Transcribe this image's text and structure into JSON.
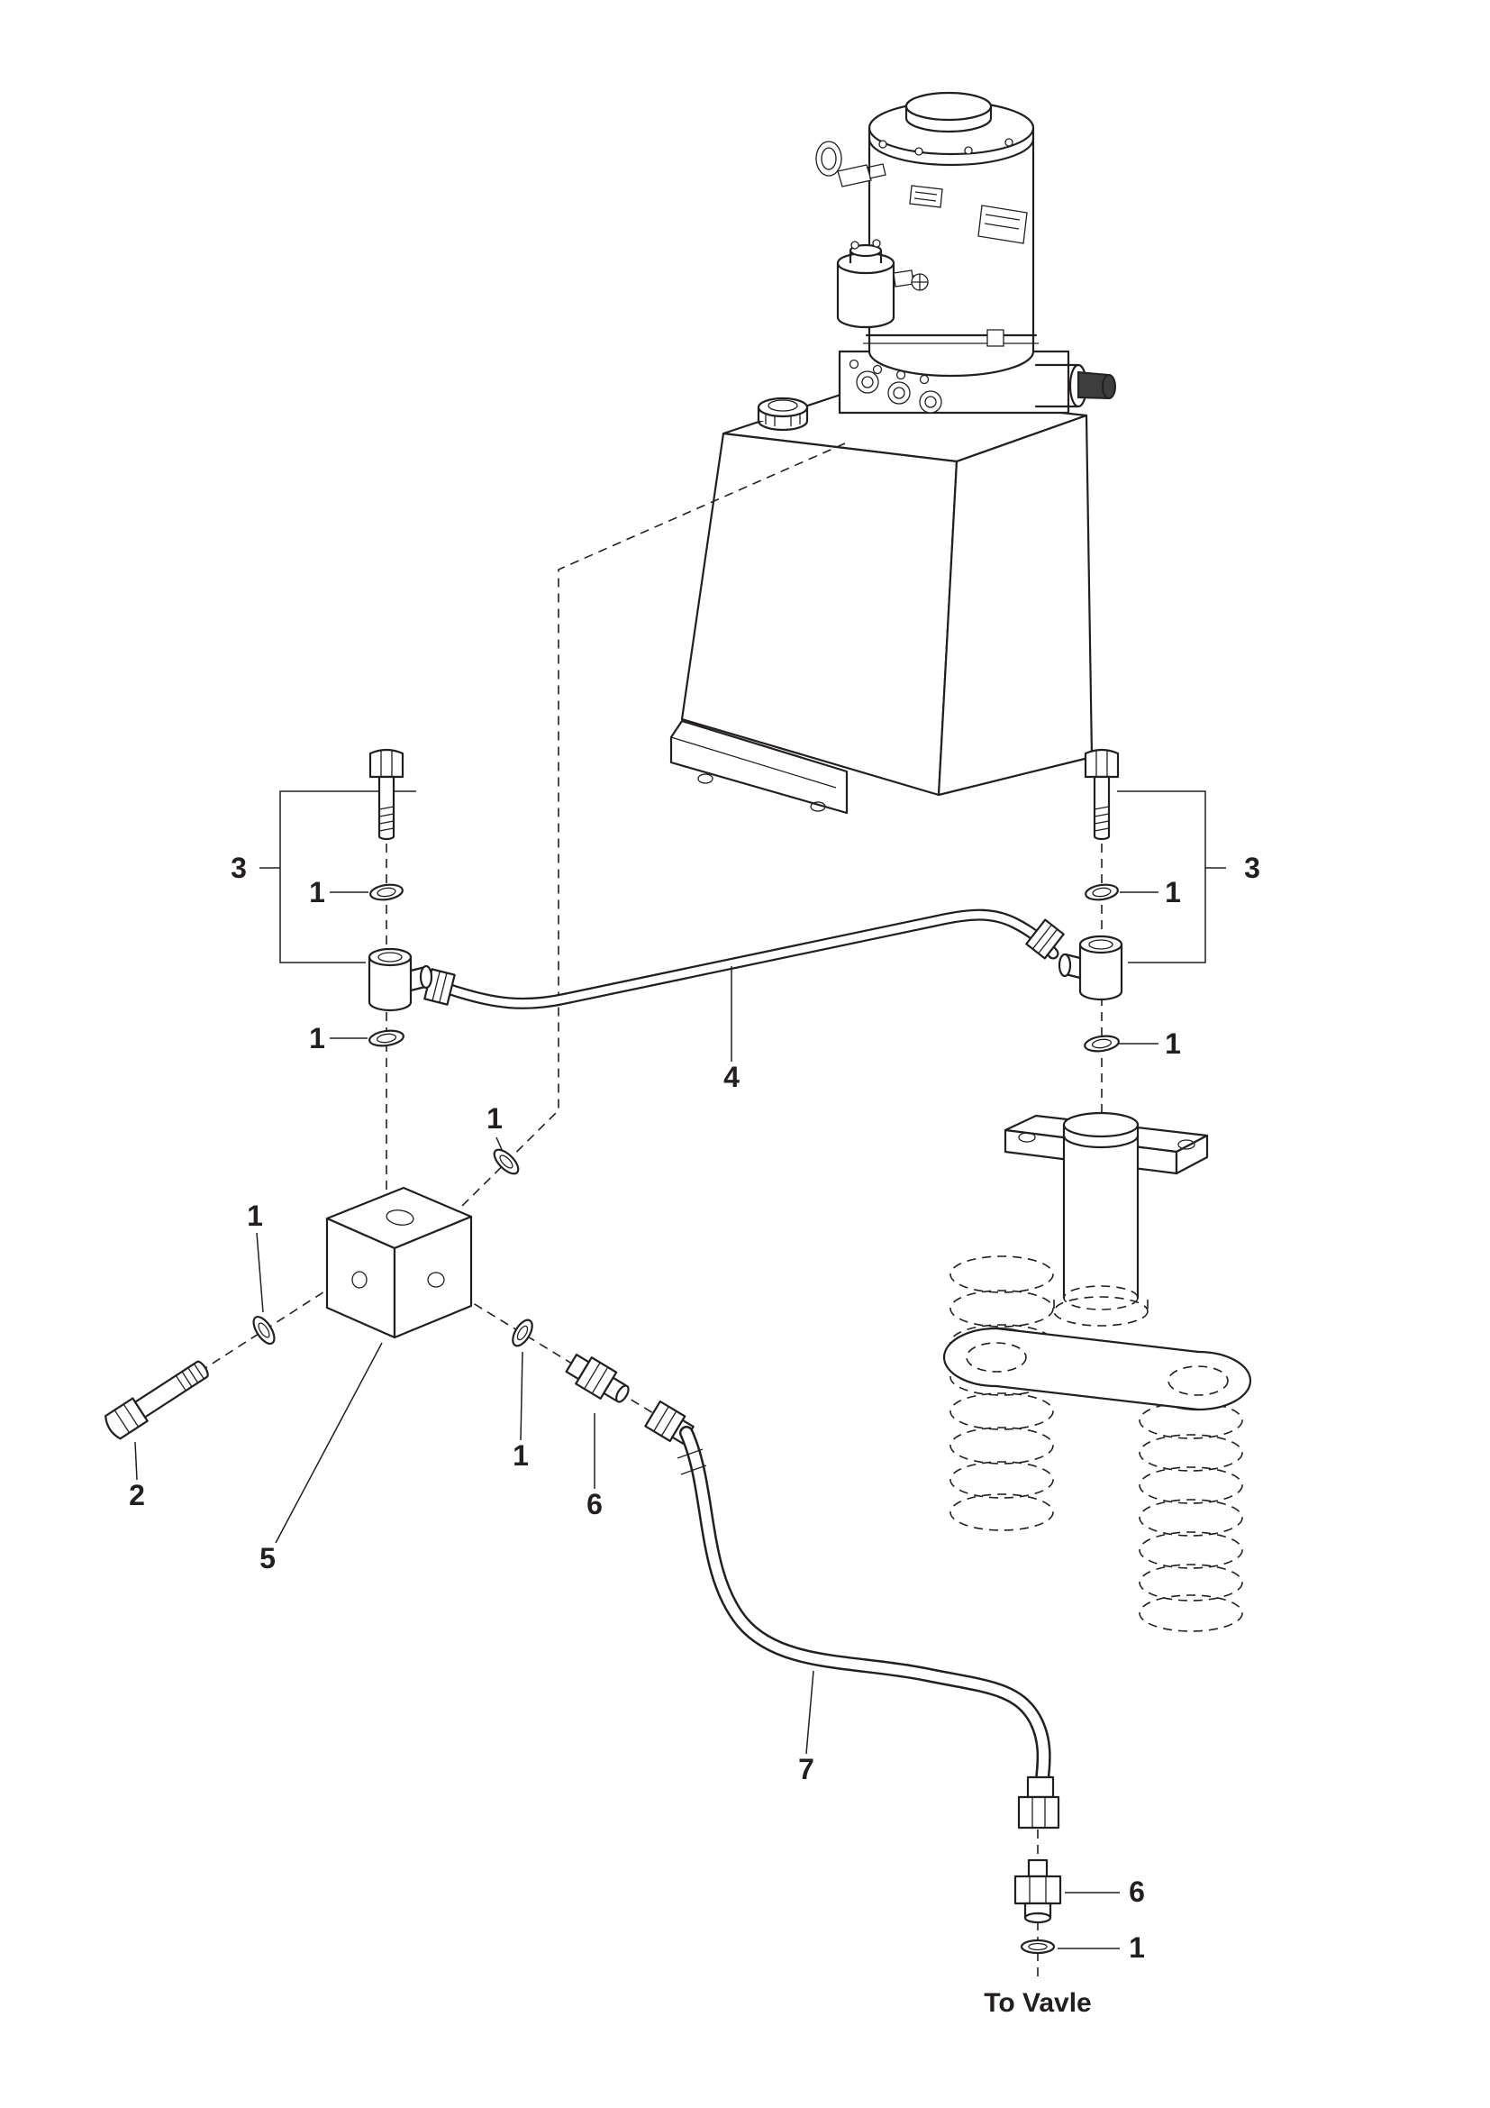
{
  "colors": {
    "ink": "#231f20",
    "background": "#ffffff",
    "plug": "#3d3d3d"
  },
  "diagram": {
    "labels": {
      "group_left": "3",
      "group_right": "3",
      "washer_left_upper": "1",
      "washer_left_lower": "1",
      "washer_right_upper": "1",
      "washer_right_lower": "1",
      "tube": "4",
      "washer_inlet": "1",
      "washer_block_left": "1",
      "bolt": "2",
      "block_group": "5",
      "washer_block_right": "1",
      "fitting_mid": "6",
      "hose": "7",
      "fitting_valve": "6",
      "washer_valve": "1",
      "note_to_valve": "To Vavle"
    }
  }
}
